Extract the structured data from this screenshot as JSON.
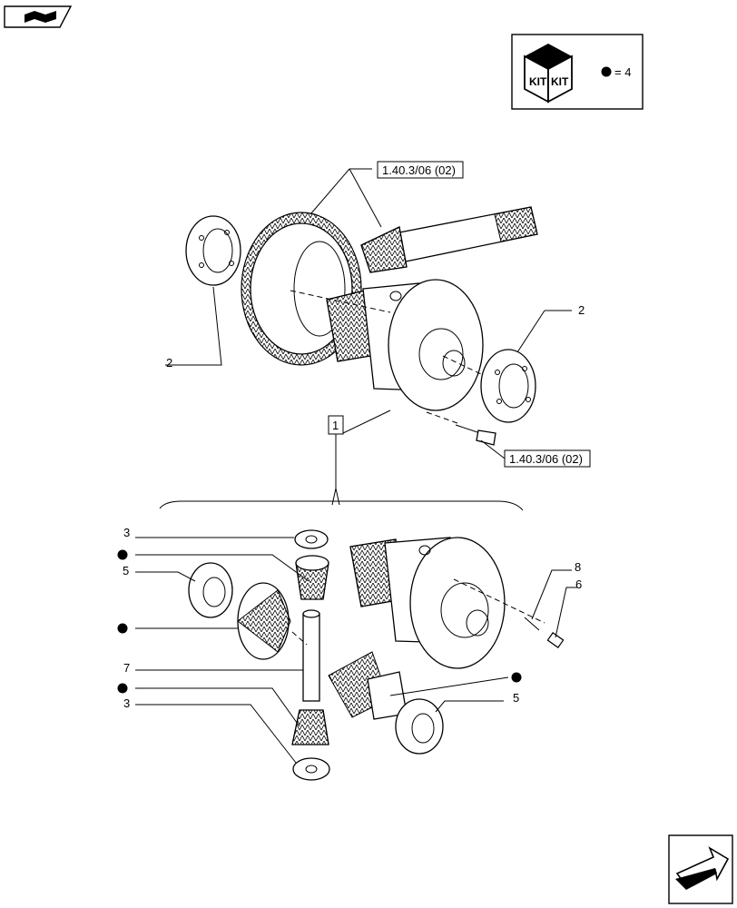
{
  "kit": {
    "label_left": "KIT",
    "label_right": "KIT",
    "equation": "= 4"
  },
  "refs": {
    "top": "1.40.3/06 (02)",
    "bottom": "1.40.3/06 (02)"
  },
  "callouts": {
    "c1": "1",
    "c2a": "2",
    "c2b": "2",
    "c3a": "3",
    "c3b": "3",
    "c5a": "5",
    "c5b": "5",
    "c6": "6",
    "c7": "7",
    "c8": "8"
  },
  "icons": {
    "corner": "book-arrow-icon",
    "nav": "next-page-arrow-icon",
    "kit_bullet": "filled-circle"
  }
}
